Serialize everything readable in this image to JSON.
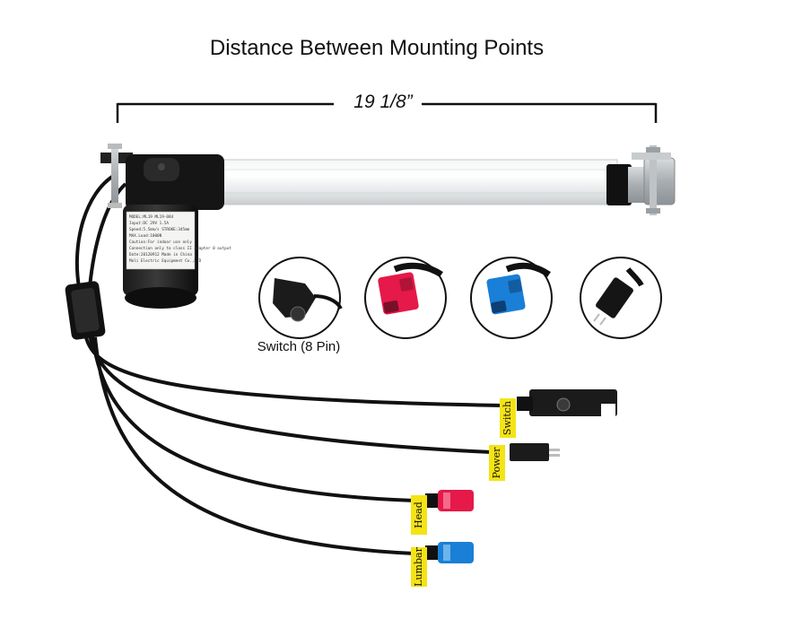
{
  "title": "Distance Between Mounting Points",
  "dimension": "19 1/8”",
  "caption": "Switch (8 Pin)",
  "connectors": [
    {
      "name": "switch",
      "tag": "Switch"
    },
    {
      "name": "power",
      "tag": "Power"
    },
    {
      "name": "head",
      "tag": "Head"
    },
    {
      "name": "lumbar",
      "tag": "Lumbar"
    }
  ],
  "motor_label": {
    "line1": "MODEL:ML19  ML19-084",
    "line2": "Input:DC 29V  1.5A",
    "line3": "Speed:5.5mm/s   STROKE:345mm",
    "line4": "MAX.Load:1000N",
    "line5": "Caution:For indoor use only",
    "line6": "Connection only to class II adapter 0 output",
    "line7": "Date:20120912        Made in China",
    "line8": "Moli Electric Equipment Co.,LTD"
  },
  "colors": {
    "red_connector": "#e5194a",
    "blue_connector": "#1a7fd6",
    "tag_yellow": "#f4e315",
    "cable": "#111111"
  }
}
